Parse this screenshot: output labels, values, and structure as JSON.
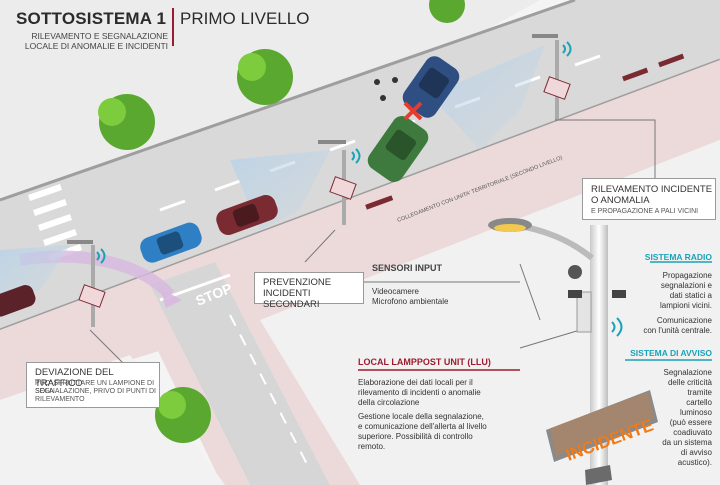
{
  "header": {
    "title": "SOTTOSISTEMA 1",
    "level": "PRIMO LIVELLO",
    "subtitle_line1": "RILEVAMENTO E SEGNALAZIONE",
    "subtitle_line2": "LOCALE DI ANOMALIE E INCIDENTI"
  },
  "road": {
    "stop_text": "STOP",
    "link_text": "COLLEGAMENTO CON UNITA' TERRITORIALE (SECONDO LIVELLO)"
  },
  "callouts": {
    "detection_title_1": "RILEVAMENTO INCIDENTE",
    "detection_title_2": "O ANOMALIA",
    "detection_sub": "E PROPAGAZIONE A PALI VICINI",
    "prevention_1": "PREVENZIONE",
    "prevention_2": "INCIDENTI SECONDARI",
    "deviation_title": "DEVIAZIONE DEL TRAFFICO",
    "deviation_sub_1": "PUO' SFRUTTARE UN LAMPIONE DI SOLA",
    "deviation_sub_2": "SEGNALAZIONE, PRIVO DI PUNTI DI",
    "deviation_sub_3": "RILEVAMENTO"
  },
  "sensors": {
    "title": "SENSORI INPUT",
    "item_1": "Videocamere",
    "item_2": "Microfono ambientale"
  },
  "llu": {
    "title": "LOCAL LAMPPOST UNIT (LLU)",
    "p1_1": "Elaborazione dei dati locali per il",
    "p1_2": "rilevamento di incidenti o anomalie",
    "p1_3": "della circolazione",
    "p2_1": "Gestione locale della segnalazione,",
    "p2_2": "e comunicazione dell'allerta al livello",
    "p2_3": "superiore. Possibilità di controllo",
    "p2_4": "remoto."
  },
  "radio": {
    "title": "SISTEMA RADIO",
    "l1": "Propagazione",
    "l2": "segnalazioni e",
    "l3": "dati statici a",
    "l4": "lampioni vicini.",
    "l5": "Comunicazione",
    "l6": "con l'unità centrale."
  },
  "warning": {
    "title": "SISTEMA DI AVVISO",
    "l1": "Segnalazione",
    "l2": "delle criticità",
    "l3": "tramite",
    "l4": "cartello",
    "l5": "luminoso",
    "l6": "(può essere",
    "l7": "coadiuvato",
    "l8": "da un sistema",
    "l9": "di avviso",
    "l10": "acustico)."
  },
  "sign": {
    "text": "INCIDENTE"
  },
  "colors": {
    "accent_title": "#9b1c2e",
    "teal": "#1aa3b8",
    "road": "#dcdcdc",
    "sidewalk_pink": "#e9d8da",
    "car_blue": "#2f7fc4",
    "car_red": "#7a2b32",
    "car_green": "#3e7a3e",
    "car_navy": "#2f4f82",
    "sign_orange": "#f07a18"
  }
}
